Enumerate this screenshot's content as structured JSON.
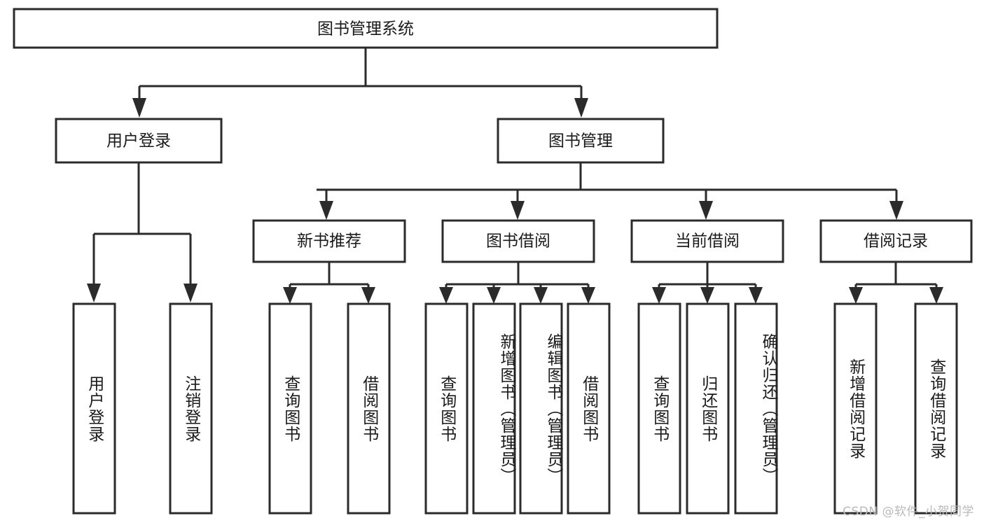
{
  "diagram": {
    "title": "图书管理系统",
    "type": "hierarchy-tree",
    "theme": {
      "background": "#ffffff",
      "box_stroke": "#2b2b2b",
      "box_fill": "#ffffff",
      "text_color": "#1a1a1a",
      "watermark_color": "#b9b9b9"
    },
    "root": {
      "label": "图书管理系统"
    },
    "level2": [
      {
        "label": "用户登录"
      },
      {
        "label": "图书管理"
      }
    ],
    "level3": [
      {
        "label": "新书推荐"
      },
      {
        "label": "图书借阅"
      },
      {
        "label": "当前借阅"
      },
      {
        "label": "借阅记录"
      }
    ],
    "leaves": [
      {
        "label": "用户登录",
        "parent": "用户登录"
      },
      {
        "label": "注销登录",
        "parent": "用户登录"
      },
      {
        "label": "查询图书",
        "parent": "新书推荐"
      },
      {
        "label": "借阅图书",
        "parent": "新书推荐"
      },
      {
        "label": "查询图书",
        "parent": "图书借阅"
      },
      {
        "label": "新增图书（管理员）",
        "parent": "图书借阅"
      },
      {
        "label": "编辑图书（管理员）",
        "parent": "图书借阅"
      },
      {
        "label": "借阅图书",
        "parent": "图书借阅"
      },
      {
        "label": "查询图书",
        "parent": "当前借阅"
      },
      {
        "label": "归还图书",
        "parent": "当前借阅"
      },
      {
        "label": "确认归还（管理员）",
        "parent": "当前借阅"
      },
      {
        "label": "新增借阅记录",
        "parent": "借阅记录"
      },
      {
        "label": "查询借阅记录",
        "parent": "借阅记录"
      }
    ],
    "watermark": "CSDN @软件_小贺同学"
  }
}
